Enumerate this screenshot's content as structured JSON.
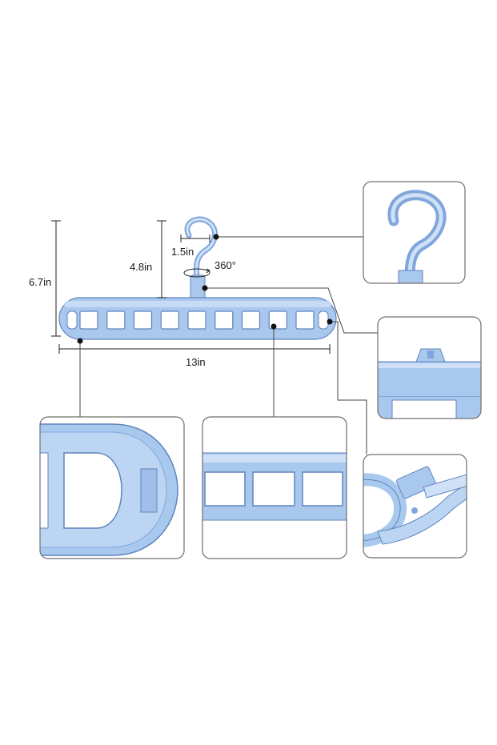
{
  "dimensions": {
    "total_height": "6.7in",
    "hanger_height": "4.8in",
    "hook_width": "1.5in",
    "rotation": "360°",
    "total_width": "13in"
  },
  "colors": {
    "plastic": "#a9c8ee",
    "plastic_dark": "#7fa7dc",
    "plastic_light": "#cfe0f7",
    "outline": "#5f84bd",
    "line": "#222222",
    "frame": "#6f6f6f"
  },
  "hanger": {
    "slot_count": 9
  },
  "detail_panels": [
    {
      "name": "hook-detail-panel",
      "icon": "hook-closeup-icon"
    },
    {
      "name": "neck-detail-panel",
      "icon": "neck-joint-closeup-icon"
    },
    {
      "name": "end-detail-panel",
      "icon": "rounded-end-closeup-icon"
    },
    {
      "name": "slots-detail-panel",
      "icon": "slots-closeup-icon"
    },
    {
      "name": "folding-detail-panel",
      "icon": "folding-hinge-closeup-icon"
    }
  ]
}
